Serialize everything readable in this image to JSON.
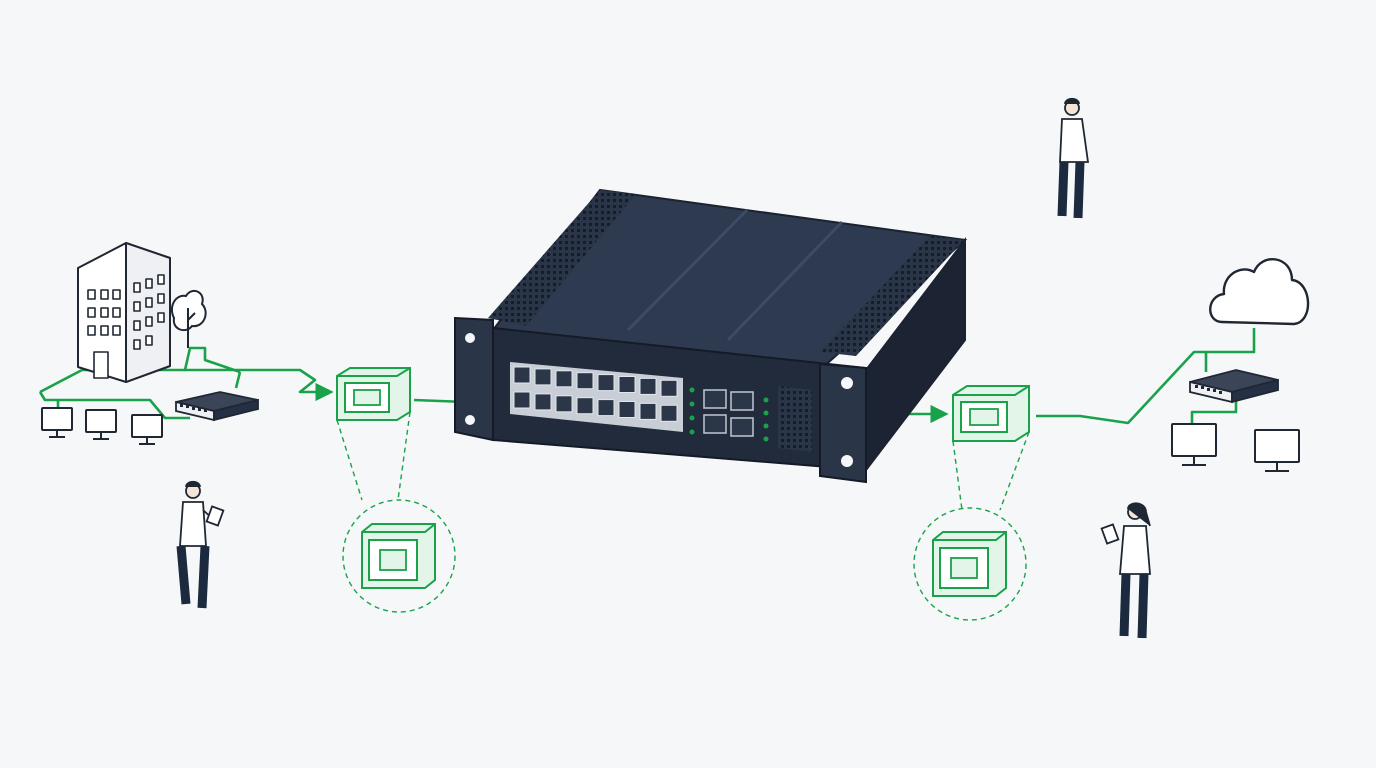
{
  "colors": {
    "background": "#f6f7f9",
    "accent_green": "#19a24a",
    "green_fill": "#e3f5e8",
    "device_dark": "#253044",
    "device_top": "#2d3a50",
    "device_front": "#212b3c",
    "outline": "#1f2733",
    "person_pants": "#1c2a40"
  },
  "nodes": [
    {
      "id": "office-building",
      "icon": "building-icon"
    },
    {
      "id": "tree",
      "icon": "tree-icon"
    },
    {
      "id": "left-small-switch",
      "icon": "switch-icon"
    },
    {
      "id": "left-workstations",
      "icon": "monitor-icon",
      "count": 3
    },
    {
      "id": "left-transceiver",
      "icon": "module-icon"
    },
    {
      "id": "left-transceiver-zoom",
      "icon": "module-icon"
    },
    {
      "id": "rack-switch",
      "icon": "rack-switch-icon",
      "rj45_ports": 16,
      "sfp_ports": 4
    },
    {
      "id": "right-transceiver",
      "icon": "module-icon"
    },
    {
      "id": "right-transceiver-zoom",
      "icon": "module-icon"
    },
    {
      "id": "cloud",
      "icon": "cloud-icon"
    },
    {
      "id": "right-small-switch",
      "icon": "switch-icon"
    },
    {
      "id": "right-workstations",
      "icon": "monitor-icon",
      "count": 2
    }
  ],
  "people": [
    {
      "id": "person-with-tablet-left",
      "icon": "person-icon"
    },
    {
      "id": "person-standing-top",
      "icon": "person-icon"
    },
    {
      "id": "person-with-tablet-right",
      "icon": "person-icon"
    }
  ],
  "connections": [
    {
      "from": "left-small-switch",
      "to": "left-transceiver",
      "arrow": true
    },
    {
      "from": "left-transceiver",
      "to": "rack-switch",
      "arrow": true
    },
    {
      "from": "rack-switch",
      "to": "right-transceiver",
      "arrow": true
    },
    {
      "from": "right-transceiver",
      "to": "right-small-switch",
      "arrow": false
    },
    {
      "from": "right-small-switch",
      "to": "cloud",
      "arrow": false
    }
  ]
}
